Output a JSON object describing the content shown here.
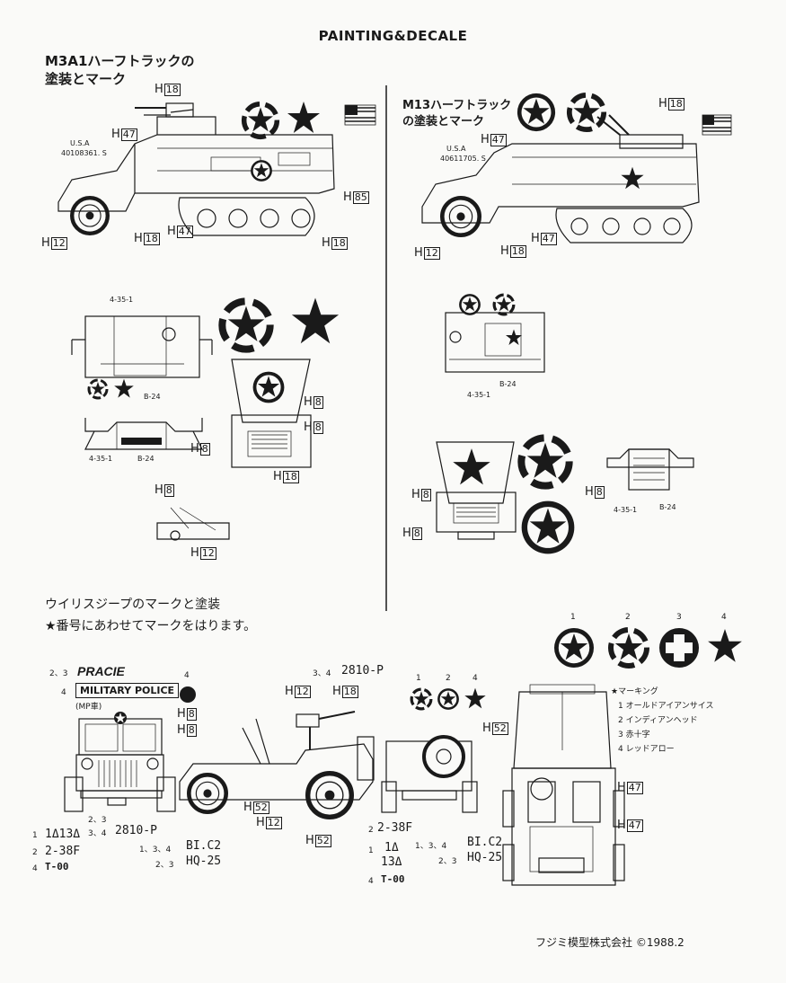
{
  "header": {
    "title": "PAINTING&DECALE"
  },
  "m3a1": {
    "title_line1": "M3A1ハーフトラックの",
    "title_line2": "塗装とマーク",
    "usa": "U.S.A",
    "serial": "40108361. S",
    "h18": "18",
    "h47": "47",
    "h12": "12",
    "h85": "85",
    "h8": "8",
    "ref_4351": "4-35-1",
    "ref_b24": "B-24"
  },
  "m13": {
    "title_line1": "M13ハーフトラック",
    "title_line2": "の塗装とマーク",
    "usa": "U.S.A",
    "serial": "40611705. S",
    "ref_4351": "4-35-1",
    "ref_b24": "B-24"
  },
  "jeep": {
    "title": "ウイリスジープのマークと塗装",
    "subtitle": "★番号にあわせてマークをはります。",
    "pracie_prefix": "2、3",
    "pracie": "PRACIE",
    "mp_prefix": "4",
    "mp_label": "MILITARY POLICE",
    "mp_note": "(MP車)",
    "mp_num": "4",
    "ref_2810_top_prefix": "3、4",
    "ref_2810": "2810-P",
    "ref_2810_prefix": "3、4",
    "ref_23": "2、3",
    "ref_1_num": "1",
    "ref_1": "1Δ13Δ",
    "ref_2_num": "2",
    "ref_2": "2-38F",
    "ref_4_num": "4",
    "ref_4": "T-00",
    "blc2_prefix": "1、3、4",
    "blc2": "BI.C2",
    "hq25_prefix": "2、3",
    "hq25": "HQ-25",
    "rear_2_num": "2",
    "rear_1_num": "1",
    "rear_1a": "1Δ",
    "rear_1b": "13Δ",
    "rear_4_num": "4",
    "rear_4": "T-00",
    "marks_nums": [
      "1",
      "2",
      "4"
    ],
    "h12": "12",
    "h18": "18",
    "h52": "52",
    "h8": "8",
    "h47": "47"
  },
  "legend": {
    "nums": [
      "1",
      "2",
      "3",
      "4"
    ],
    "heading": "★マーキング",
    "items": [
      {
        "num": "1",
        "label": "オールドアイアンサイス"
      },
      {
        "num": "2",
        "label": "インディアンヘッド"
      },
      {
        "num": "3",
        "label": "赤十字"
      },
      {
        "num": "4",
        "label": "レッドアロー"
      }
    ]
  },
  "footer": {
    "copyright": "フジミ模型株式会社 ©1988.2"
  }
}
